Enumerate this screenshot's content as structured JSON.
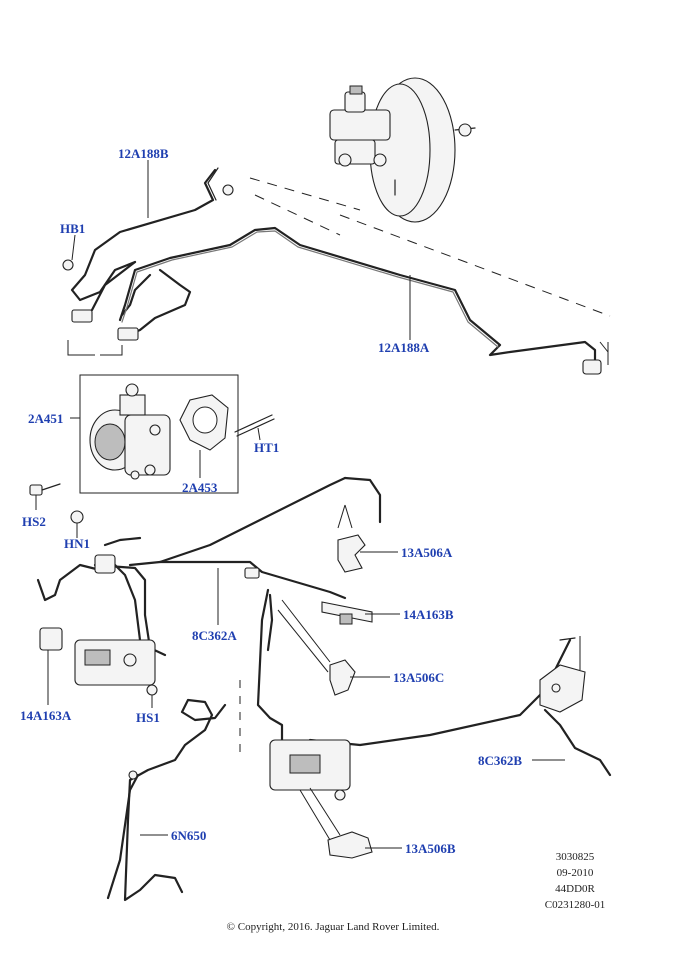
{
  "labels": {
    "hose_top": "12A188B",
    "hose_main": "12A188A",
    "hb1": "HB1",
    "pump": "2A451",
    "gasket": "2A453",
    "ht1": "HT1",
    "hs2": "HS2",
    "hn1": "HN1",
    "clip_a": "13A506A",
    "bracket_b": "14A163B",
    "harness_a": "8C362A",
    "clip_c": "13A506C",
    "bracket_a": "14A163A",
    "hs1": "HS1",
    "harness_b": "8C362B",
    "tube": "6N650",
    "clip_b": "13A506B"
  },
  "meta": {
    "line1": "3030825",
    "line2": "09-2010",
    "line3": "44DD0R",
    "line4": "C0231280-01"
  },
  "copyright": "© Copyright, 2016. Jaguar Land Rover Limited."
}
